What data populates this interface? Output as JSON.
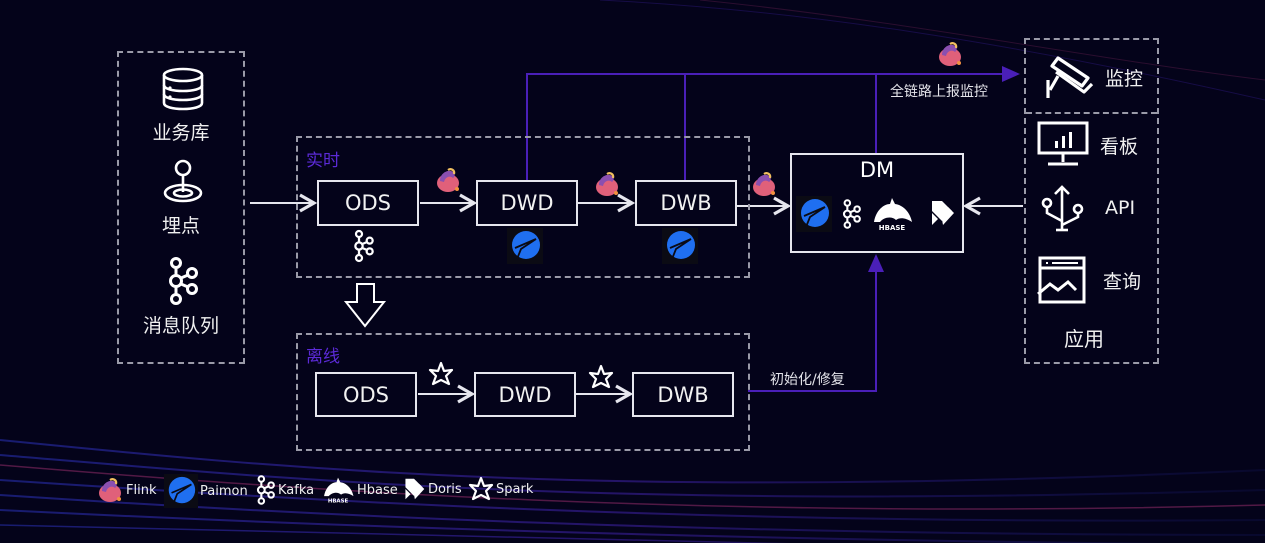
{
  "colors": {
    "background": "#04031a",
    "accent_purple": "#5b2ad6",
    "line_purple": "#4a1fb8",
    "box_border": "#e6e6ee",
    "dashed_border": "#9a9aa8",
    "paimon_blue": "#1f6ff0",
    "flink_pink": "#e0607a"
  },
  "sources": {
    "items": [
      {
        "label": "业务库",
        "icon": "database-icon"
      },
      {
        "label": "埋点",
        "icon": "tracking-pin-icon"
      },
      {
        "label": "消息队列",
        "icon": "kafka-icon"
      }
    ]
  },
  "realtime": {
    "title": "实时",
    "layers": [
      {
        "label": "ODS",
        "store_icon": "kafka-icon"
      },
      {
        "label": "DWD",
        "store_icon": "paimon-icon"
      },
      {
        "label": "DWB",
        "store_icon": "paimon-icon"
      }
    ],
    "engine_icon": "flink-icon"
  },
  "offline": {
    "title": "离线",
    "layers": [
      {
        "label": "ODS"
      },
      {
        "label": "DWD"
      },
      {
        "label": "DWB"
      }
    ],
    "engine_icon": "spark-icon",
    "to_dm_label": "初始化/修复"
  },
  "dm": {
    "title": "DM",
    "stores": [
      "paimon-icon",
      "kafka-icon",
      "hbase-icon",
      "doris-icon"
    ],
    "hbase_text": "HBASE"
  },
  "monitor": {
    "label": "监控",
    "link_label": "全链路上报监控",
    "icon": "camera-icon"
  },
  "applications": {
    "title": "应用",
    "items": [
      {
        "label": "看板",
        "icon": "dashboard-icon"
      },
      {
        "label": "API",
        "icon": "usb-icon"
      },
      {
        "label": "查询",
        "icon": "query-chart-icon"
      }
    ]
  },
  "legend": [
    {
      "label": "Flink",
      "icon": "flink-icon"
    },
    {
      "label": "Paimon",
      "icon": "paimon-icon"
    },
    {
      "label": "Kafka",
      "icon": "kafka-icon"
    },
    {
      "label": "Hbase",
      "icon": "hbase-icon"
    },
    {
      "label": "Doris",
      "icon": "doris-icon"
    },
    {
      "label": "Spark",
      "icon": "spark-icon"
    }
  ]
}
